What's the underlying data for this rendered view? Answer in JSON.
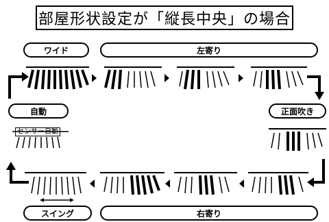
{
  "title": "部屋形状設定が「縦長中央」の場合",
  "labels": {
    "wide": "ワイド",
    "left_lean": "左寄り",
    "auto": "自動",
    "front_blow": "正面吹き",
    "sensor_auto": "センサー自動",
    "swing": "スイング",
    "right_lean": "右寄り"
  },
  "colors": {
    "ink": "#000000",
    "background": "#ffffff"
  }
}
